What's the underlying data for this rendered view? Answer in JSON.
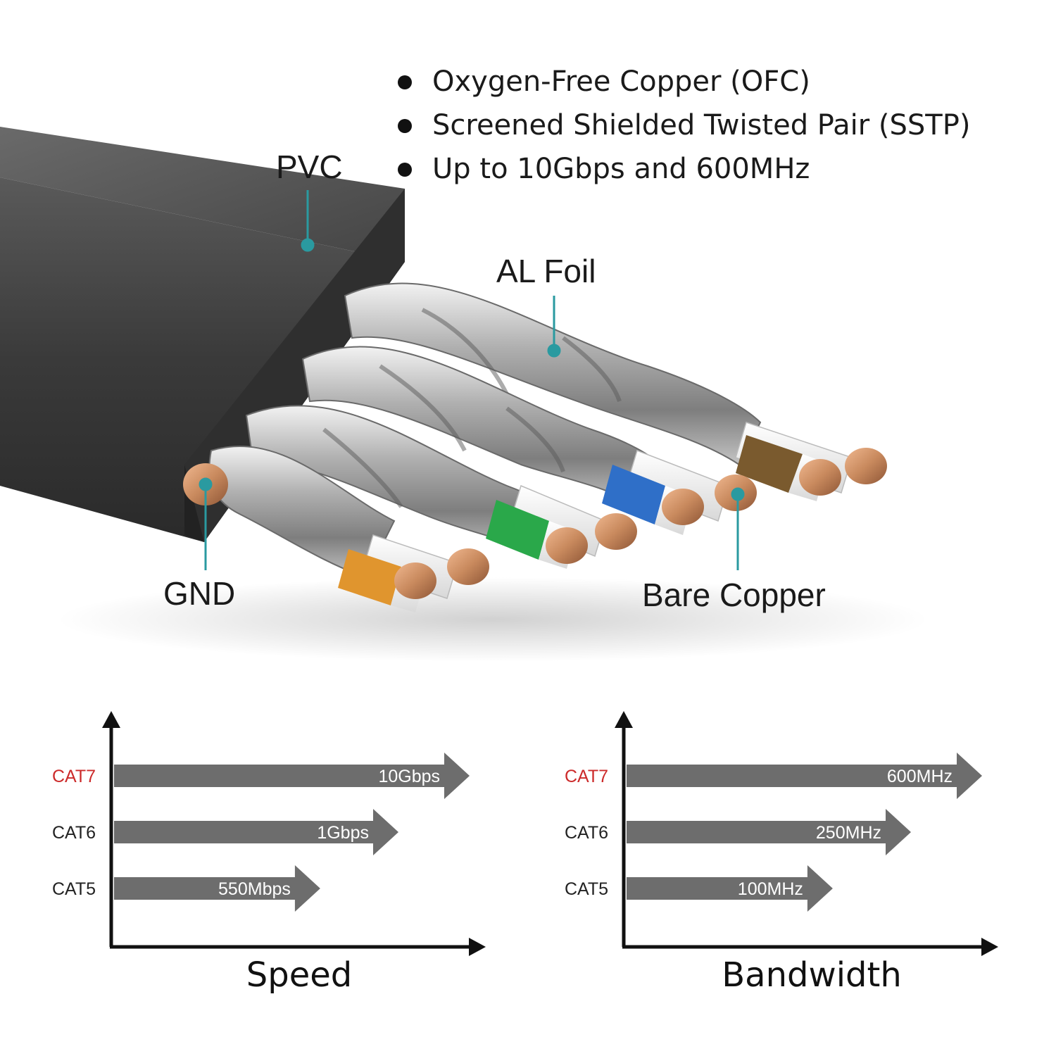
{
  "features": [
    {
      "text": "Oxygen-Free Copper (OFC)"
    },
    {
      "text": "Screened Shielded Twisted Pair (SSTP)"
    },
    {
      "text": "Up to 10Gbps and 600MHz"
    }
  ],
  "callouts": {
    "pvc": "PVC",
    "al_foil": "AL Foil",
    "gnd": "GND",
    "bare_copper": "Bare Copper"
  },
  "colors": {
    "jacket": "#3c3c3c",
    "foil": "#9a9a9a",
    "copper": "#c98a5e",
    "leader": "#2a9aa0",
    "arrow": "#6d6d6d",
    "highlight": "#cc2a2a",
    "pair_orange": "#e0952e",
    "pair_green": "#2aa84a",
    "pair_blue": "#2f6fc8",
    "pair_brown": "#7a5a2e"
  },
  "chart_data": [
    {
      "type": "bar",
      "title": "Speed",
      "categories": [
        "CAT7",
        "CAT6",
        "CAT5"
      ],
      "values": [
        10000,
        1000,
        550
      ],
      "value_labels": [
        "10Gbps",
        "1Gbps",
        "550Mbps"
      ],
      "relative_length": [
        1.0,
        0.8,
        0.58
      ],
      "highlight_category": "CAT7",
      "orientation": "horizontal",
      "grid": false
    },
    {
      "type": "bar",
      "title": "Bandwidth",
      "categories": [
        "CAT7",
        "CAT6",
        "CAT5"
      ],
      "values": [
        600,
        250,
        100
      ],
      "value_labels": [
        "600MHz",
        "250MHz",
        "100MHz"
      ],
      "relative_length": [
        1.0,
        0.8,
        0.58
      ],
      "highlight_category": "CAT7",
      "orientation": "horizontal",
      "grid": false
    }
  ]
}
